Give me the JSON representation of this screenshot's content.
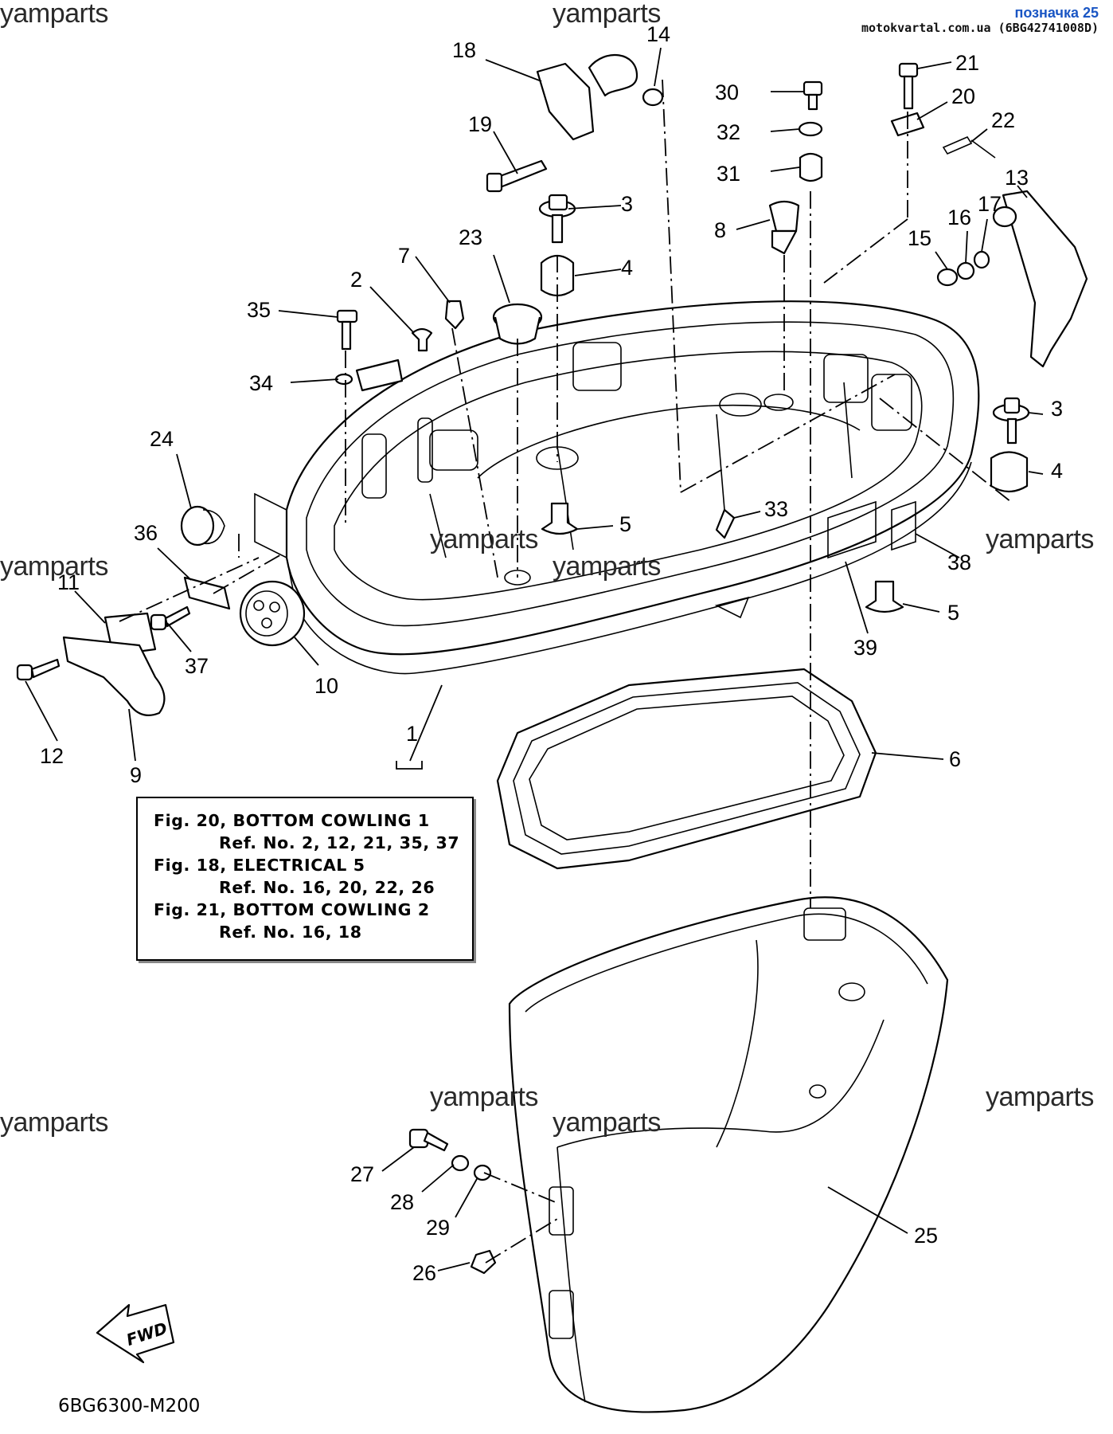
{
  "badge": {
    "title": "позначка 25",
    "subtitle": "motokvartal.com.ua (6BG42741008D)"
  },
  "watermark": "yamparts",
  "drawing_code": "6BG6300-M200",
  "fwd_label": "FWD",
  "reference_box": {
    "entries": [
      {
        "title": "Fig. 20, BOTTOM COWLING 1",
        "refs": "Ref. No. 2, 12, 21, 35, 37"
      },
      {
        "title": "Fig. 18, ELECTRICAL 5",
        "refs": "Ref. No. 16, 20, 22, 26"
      },
      {
        "title": "Fig. 21, BOTTOM COWLING 2",
        "refs": "Ref. No. 16, 18"
      }
    ]
  },
  "callouts": {
    "c1": "1",
    "c2": "2",
    "c3a": "3",
    "c3b": "3",
    "c4a": "4",
    "c4b": "4",
    "c5a": "5",
    "c5b": "5",
    "c6": "6",
    "c7": "7",
    "c8": "8",
    "c9": "9",
    "c10": "10",
    "c11": "11",
    "c12": "12",
    "c13": "13",
    "c14": "14",
    "c15": "15",
    "c16": "16",
    "c17": "17",
    "c18": "18",
    "c19": "19",
    "c20": "20",
    "c21": "21",
    "c22": "22",
    "c23": "23",
    "c24": "24",
    "c25": "25",
    "c26": "26",
    "c27": "27",
    "c28": "28",
    "c29": "29",
    "c30": "30",
    "c31": "31",
    "c32": "32",
    "c33": "33",
    "c34": "34",
    "c35": "35",
    "c36": "36",
    "c37": "37",
    "c38": "38",
    "c39": "39"
  }
}
